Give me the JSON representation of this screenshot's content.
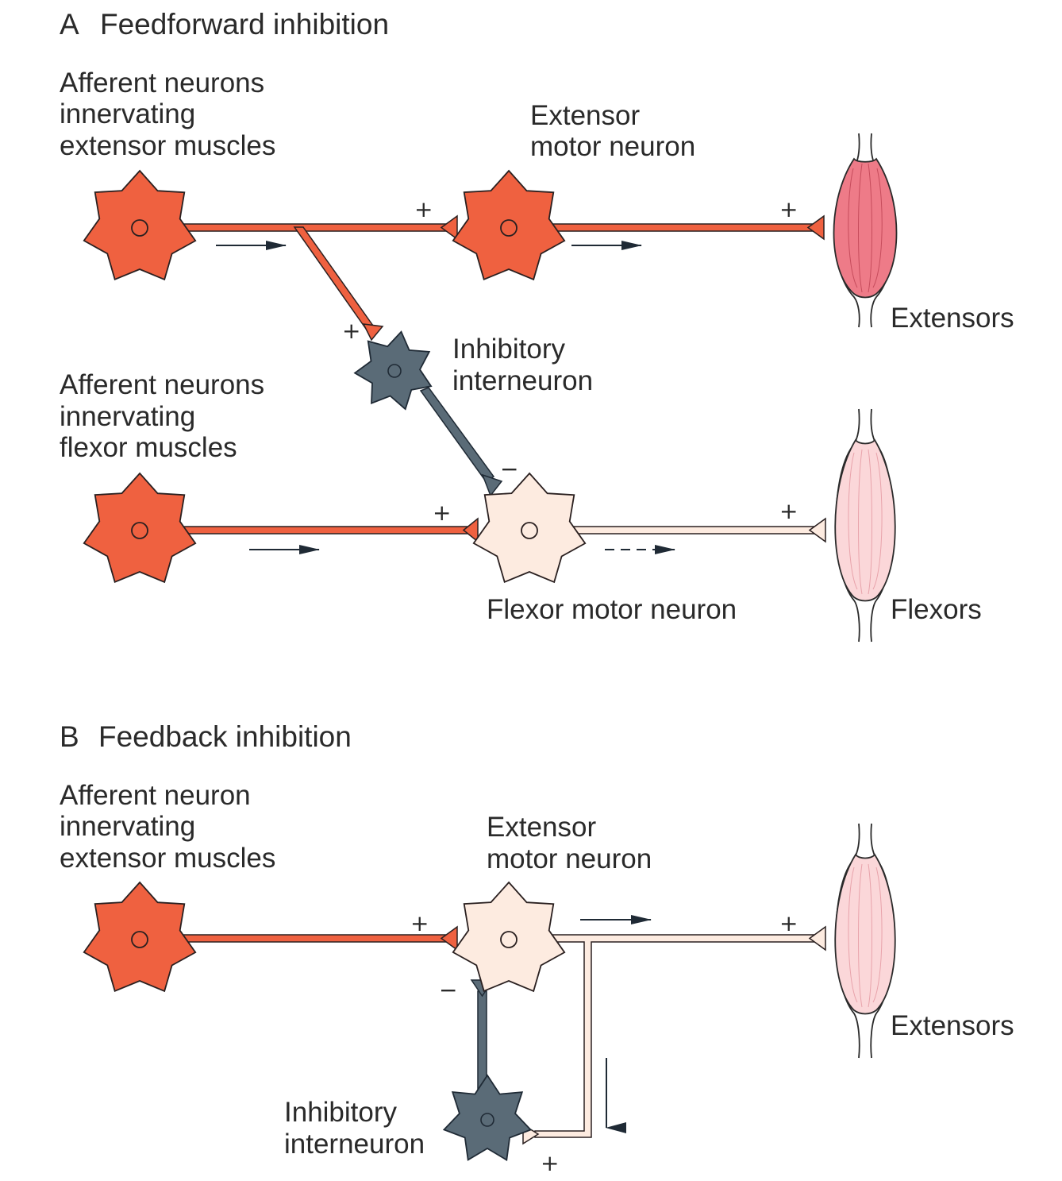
{
  "colors": {
    "afferent": "#ef6140",
    "afferent_stroke": "#2a2020",
    "inhibitory": "#5a6b77",
    "inactive_motor": "#fdebe0",
    "muscle_active": "#ee7b88",
    "muscle_inactive": "#fbd7d9",
    "arrow": "#1f2a35"
  },
  "panel_a": {
    "letter": "A",
    "title": "Feedforward inhibition",
    "afferent_ext_label": [
      "Afferent neurons",
      "innervating",
      "extensor muscles"
    ],
    "afferent_flex_label": [
      "Afferent neurons",
      "innervating",
      "flexor muscles"
    ],
    "extensor_mn_label": [
      "Extensor",
      "motor neuron"
    ],
    "inhibitory_label": [
      "Inhibitory",
      "interneuron"
    ],
    "flexor_mn_label": "Flexor motor neuron",
    "extensors_label": "Extensors",
    "flexors_label": "Flexors",
    "plus": "+",
    "minus": "−"
  },
  "panel_b": {
    "letter": "B",
    "title": "Feedback inhibition",
    "afferent_label": [
      "Afferent neuron",
      "innervating",
      "extensor muscles"
    ],
    "extensor_mn_label": [
      "Extensor",
      "motor neuron"
    ],
    "inhibitory_label": [
      "Inhibitory",
      "interneuron"
    ],
    "extensors_label": "Extensors",
    "plus": "+",
    "minus": "−"
  }
}
